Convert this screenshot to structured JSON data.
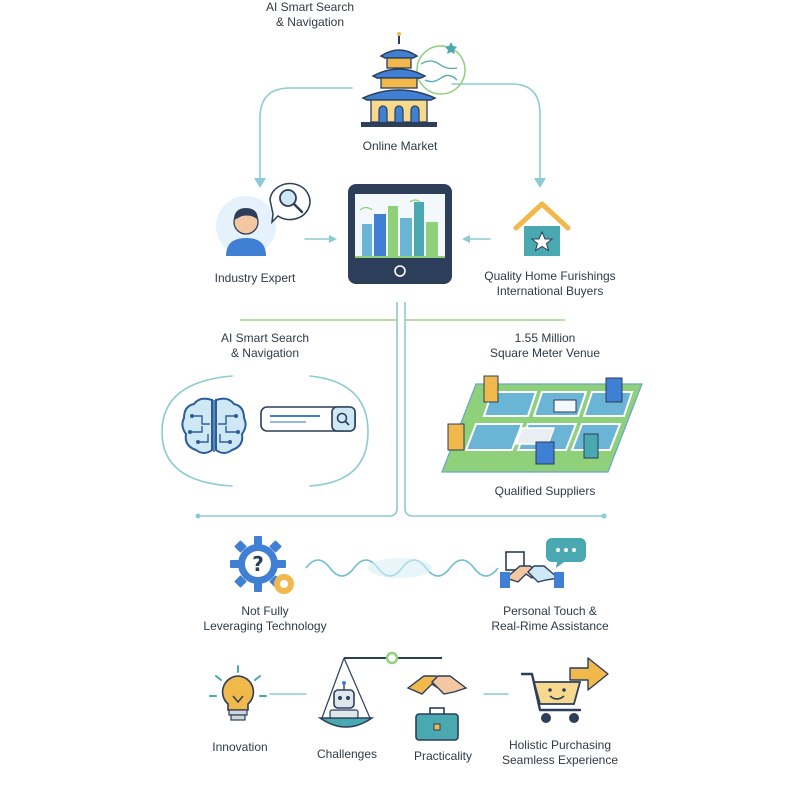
{
  "colors": {
    "line": "#7fc4cf",
    "green_line": "#8fd07a",
    "blue": "#3f7fd4",
    "teal": "#4aa8b0",
    "gold": "#f1b84b",
    "dark": "#2c3e59"
  },
  "nodes": {
    "online_market": {
      "label": "Online Market",
      "icon": "pagoda-icon"
    },
    "industry_expert": {
      "label": "Industry Expert",
      "icon": "expert-icon"
    },
    "tablet": {
      "icon": "tablet-city-icon"
    },
    "buyers": {
      "line1": "Quality Home Furishings",
      "line2": "International Buyers",
      "icon": "house-star-icon"
    },
    "ai_search_top": {
      "line1": "AI Smart Search",
      "line2": "& Navigation"
    },
    "venue": {
      "line1": "1.55 Million",
      "line2": "Square Meter Venue"
    },
    "ai_search_panel": {
      "line1": "AI Smart Search",
      "line2": "& Navigation",
      "icons": [
        "brain-icon",
        "search-bar-icon"
      ]
    },
    "suppliers": {
      "label": "Qualified Suppliers",
      "icon": "venue-map-icon"
    },
    "tech": {
      "line1": "Not Fully",
      "line2": "Leveraging Technology",
      "icon": "gear-question-icon"
    },
    "personal": {
      "line1": "Personal Touch &",
      "line2": "Real-Rime Assistance",
      "icon": "handshake-chat-icon"
    },
    "innovation": {
      "label": "Innovation",
      "icon": "lightbulb-icon"
    },
    "challenges": {
      "label": "Challenges",
      "icon": "robot-scale-icon"
    },
    "practicality": {
      "label": "Practicality",
      "icon": "handshake-toolbox-icon"
    },
    "holistic": {
      "line1": "Holistic Purchasing",
      "line2": "Seamless Experience",
      "icon": "cart-icon"
    }
  }
}
